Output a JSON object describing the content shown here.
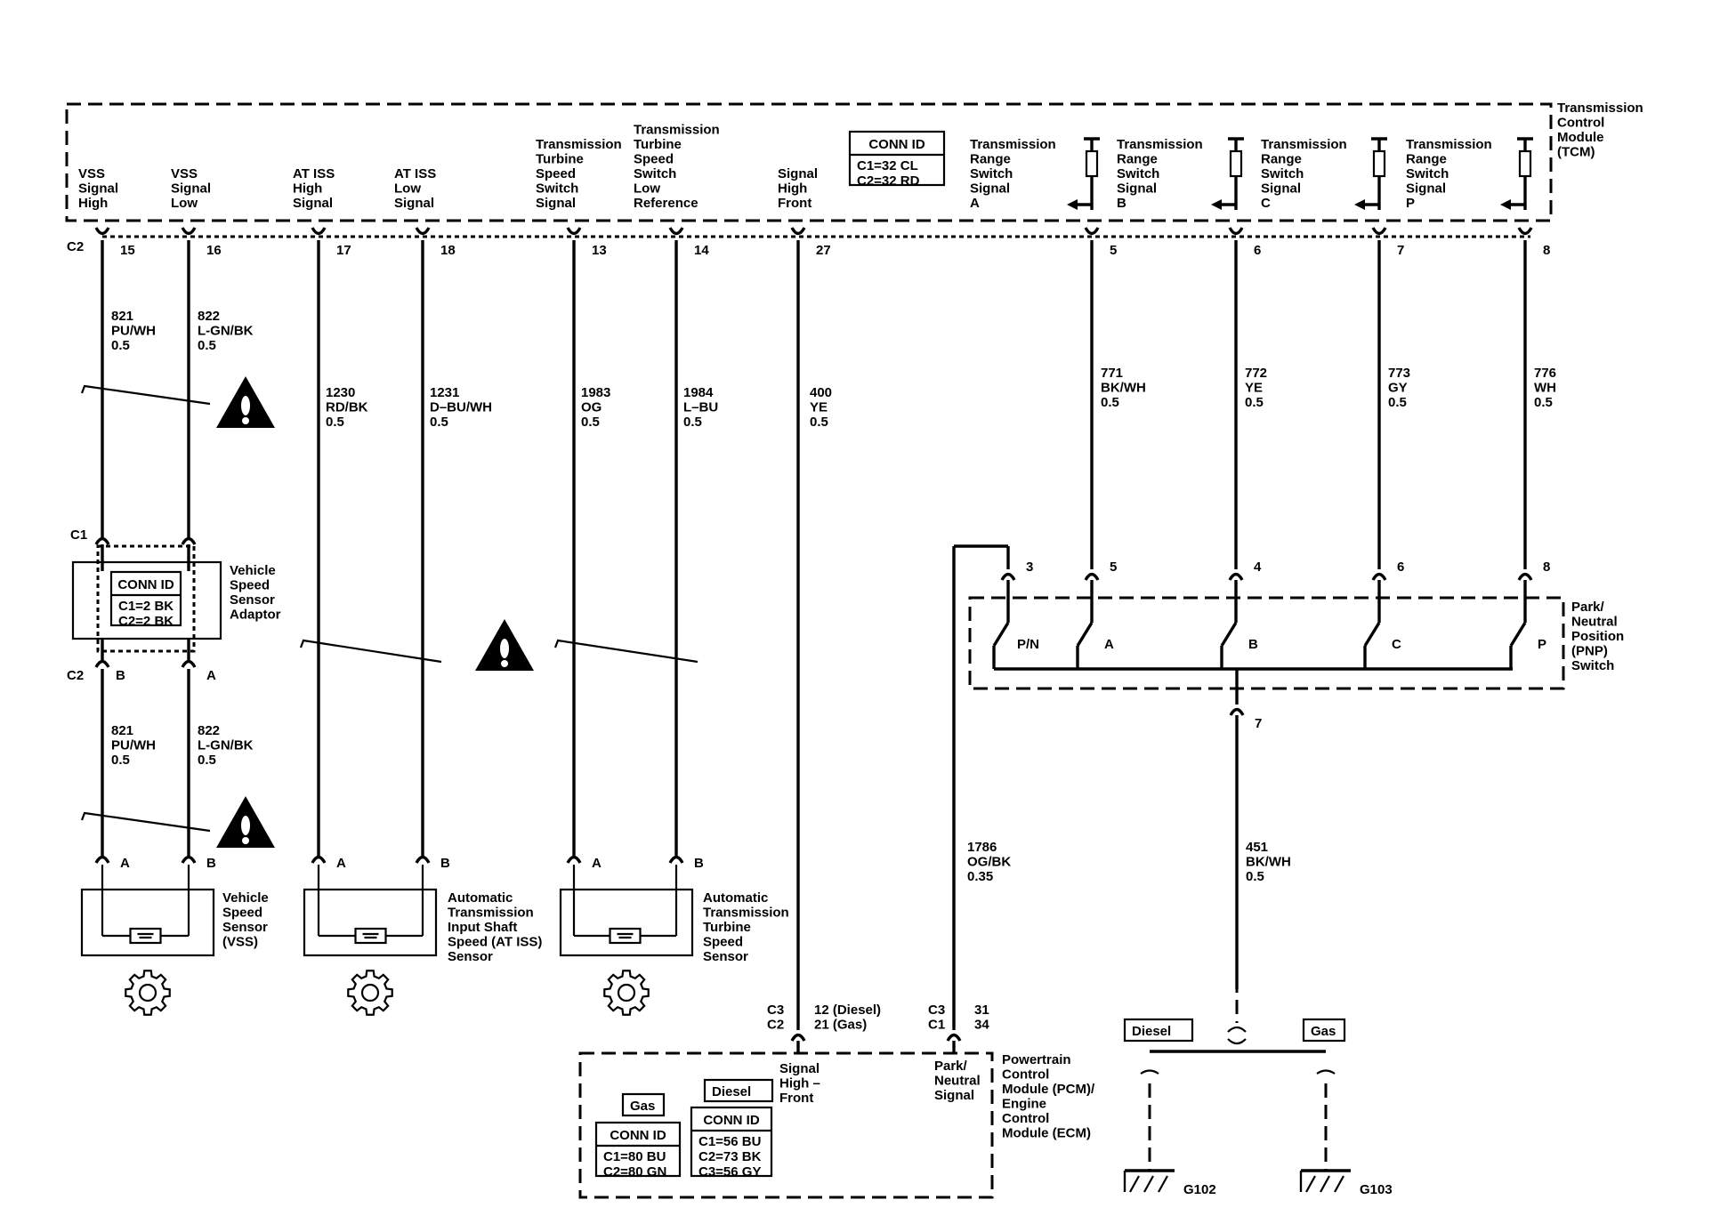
{
  "tcm": {
    "label": [
      "Transmission",
      "Control",
      "Module",
      "(TCM)"
    ],
    "conn": {
      "title": "CONN ID",
      "lines": [
        "C1=32 CL",
        "C2=32 RD"
      ]
    },
    "connector": "C2"
  },
  "tcm_signals": [
    {
      "lines": [
        "VSS",
        "Signal",
        "High"
      ],
      "pin": "15",
      "circuit": "821",
      "color": "PU/WH",
      "gauge": "0.5"
    },
    {
      "lines": [
        "VSS",
        "Signal",
        "Low"
      ],
      "pin": "16",
      "circuit": "822",
      "color": "L-GN/BK",
      "gauge": "0.5"
    },
    {
      "lines": [
        "AT ISS",
        "High",
        "Signal"
      ],
      "pin": "17",
      "circuit": "1230",
      "color": "RD/BK",
      "gauge": "0.5"
    },
    {
      "lines": [
        "AT ISS",
        "Low",
        "Signal"
      ],
      "pin": "18",
      "circuit": "1231",
      "color": "D–BU/WH",
      "gauge": "0.5"
    },
    {
      "lines": [
        "Transmission",
        "Turbine",
        "Speed",
        "Switch",
        "Signal"
      ],
      "pin": "13",
      "circuit": "1983",
      "color": "OG",
      "gauge": "0.5"
    },
    {
      "lines": [
        "Transmission",
        "Turbine",
        "Speed",
        "Switch",
        "Low",
        "Reference"
      ],
      "pin": "14",
      "circuit": "1984",
      "color": "L–BU",
      "gauge": "0.5"
    },
    {
      "lines": [
        "Signal",
        "High",
        "Front"
      ],
      "pin": "27",
      "circuit": "400",
      "color": "YE",
      "gauge": "0.5"
    },
    {
      "lines": [
        "Transmission",
        "Range",
        "Switch",
        "Signal",
        "A"
      ],
      "pin": "5",
      "circuit": "771",
      "color": "BK/WH",
      "gauge": "0.5",
      "pnp_pin": "5",
      "switch": "A"
    },
    {
      "lines": [
        "Transmission",
        "Range",
        "Switch",
        "Signal",
        "B"
      ],
      "pin": "6",
      "circuit": "772",
      "color": "YE",
      "gauge": "0.5",
      "pnp_pin": "4",
      "switch": "B"
    },
    {
      "lines": [
        "Transmission",
        "Range",
        "Switch",
        "Signal",
        "C"
      ],
      "pin": "7",
      "circuit": "773",
      "color": "GY",
      "gauge": "0.5",
      "pnp_pin": "6",
      "switch": "C"
    },
    {
      "lines": [
        "Transmission",
        "Range",
        "Switch",
        "Signal",
        "P"
      ],
      "pin": "8",
      "circuit": "776",
      "color": "WH",
      "gauge": "0.5",
      "pnp_pin": "8",
      "switch": "P"
    }
  ],
  "adaptor": {
    "label": [
      "Vehicle",
      "Speed",
      "Sensor",
      "Adaptor"
    ],
    "conn_top": "C1",
    "conn_bottom": "C2",
    "pin_left": "B",
    "pin_right": "A",
    "conn": {
      "title": "CONN ID",
      "lines": [
        "C1=2 BK",
        "C2=2 BK"
      ]
    },
    "lower_wires": [
      {
        "circuit": "821",
        "color": "PU/WH",
        "gauge": "0.5"
      },
      {
        "circuit": "822",
        "color": "L-GN/BK",
        "gauge": "0.5"
      }
    ]
  },
  "sensors": [
    {
      "label": [
        "Vehicle",
        "Speed",
        "Sensor",
        "(VSS)"
      ],
      "pin_a": "A",
      "pin_b": "B"
    },
    {
      "label": [
        "Automatic",
        "Transmission",
        "Input Shaft",
        "Speed (AT ISS)",
        "Sensor"
      ],
      "pin_a": "A",
      "pin_b": "B"
    },
    {
      "label": [
        "Automatic",
        "Transmission",
        "Turbine",
        "Speed",
        "Sensor"
      ],
      "pin_a": "A",
      "pin_b": "B"
    }
  ],
  "pnp": {
    "label": [
      "Park/",
      "Neutral",
      "Position",
      "(PNP)",
      "Switch"
    ],
    "pn_pin": "3",
    "pn_label": "P/N",
    "ground_pin": "7"
  },
  "pcm": {
    "label": [
      "Powertrain",
      "Control",
      "Module (PCM)/",
      "Engine",
      "Control",
      "Module (ECM)"
    ],
    "pin1": {
      "conns": [
        "C3",
        "C2"
      ],
      "pins": [
        "12 (Diesel)",
        "21 (Gas)"
      ],
      "label": [
        "Signal",
        "High –",
        "Front"
      ]
    },
    "pin2": {
      "conns": [
        "C3",
        "C1"
      ],
      "pins": [
        "31",
        "34"
      ],
      "label": [
        "Park/",
        "Neutral",
        "Signal"
      ]
    },
    "gas": {
      "tag": "Gas",
      "title": "CONN ID",
      "lines": [
        "C1=80 BU",
        "C2=80 GN"
      ]
    },
    "diesel": {
      "tag": "Diesel",
      "title": "CONN ID",
      "lines": [
        "C1=56 BU",
        "C2=73 BK",
        "C3=56 GY"
      ]
    }
  },
  "pn_wire": {
    "circuit": "1786",
    "color": "OG/BK",
    "gauge": "0.35"
  },
  "ground_wire": {
    "circuit": "451",
    "color": "BK/WH",
    "gauge": "0.5"
  },
  "grounds": {
    "diesel_tag": "Diesel",
    "gas_tag": "Gas",
    "g1": "G102",
    "g2": "G103"
  }
}
